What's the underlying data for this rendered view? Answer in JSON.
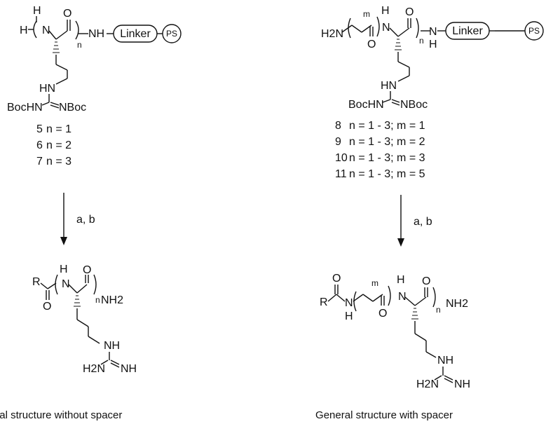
{
  "left_reagent": {
    "atoms": {
      "H_top": "H",
      "H_term": "H",
      "N": "N",
      "O": "O",
      "n": "n",
      "NH": "NH",
      "HN": "HN",
      "BocHN": "BocHN",
      "NBoc": "NBoc"
    },
    "linker": "Linker",
    "support": "PS",
    "compounds": [
      {
        "id": "5",
        "n": "n = 1"
      },
      {
        "id": "6",
        "n": "n = 2"
      },
      {
        "id": "7",
        "n": "n = 3"
      }
    ]
  },
  "right_reagent": {
    "atoms": {
      "H2N": "H2N",
      "m": "m",
      "O1": "O",
      "H": "H",
      "N": "N",
      "O2": "O",
      "n": "n",
      "N2": "N",
      "H2": "H",
      "HN": "HN",
      "BocHN": "BocHN",
      "NBoc": "NBoc"
    },
    "linker": "Linker",
    "support": "PS",
    "compounds": [
      {
        "id": "8",
        "n": "n = 1 - 3; m = 1"
      },
      {
        "id": "9",
        "n": "n = 1 - 3; m = 2"
      },
      {
        "id": "10",
        "n": "n = 1 - 3; m = 3"
      },
      {
        "id": "11",
        "n": "n = 1 - 3; m = 5"
      }
    ]
  },
  "arrows": {
    "left": "a, b",
    "right": "a, b"
  },
  "left_product": {
    "atoms": {
      "R": "R",
      "H": "H",
      "N": "N",
      "O1": "O",
      "O2": "O",
      "n": "n",
      "NH2": "NH2",
      "NH": "NH",
      "H2N": "H2N",
      "NH_imine": "NH"
    },
    "caption": "General structure without spacer"
  },
  "right_product": {
    "atoms": {
      "R": "R",
      "O1": "O",
      "N1": "N",
      "H1": "H",
      "m": "m",
      "O2": "O",
      "H2": "H",
      "N2": "N",
      "O3": "O",
      "n": "n",
      "NH2": "NH2",
      "NH": "NH",
      "H2N": "H2N",
      "NH_imine": "NH"
    },
    "caption": "General structure with spacer"
  }
}
